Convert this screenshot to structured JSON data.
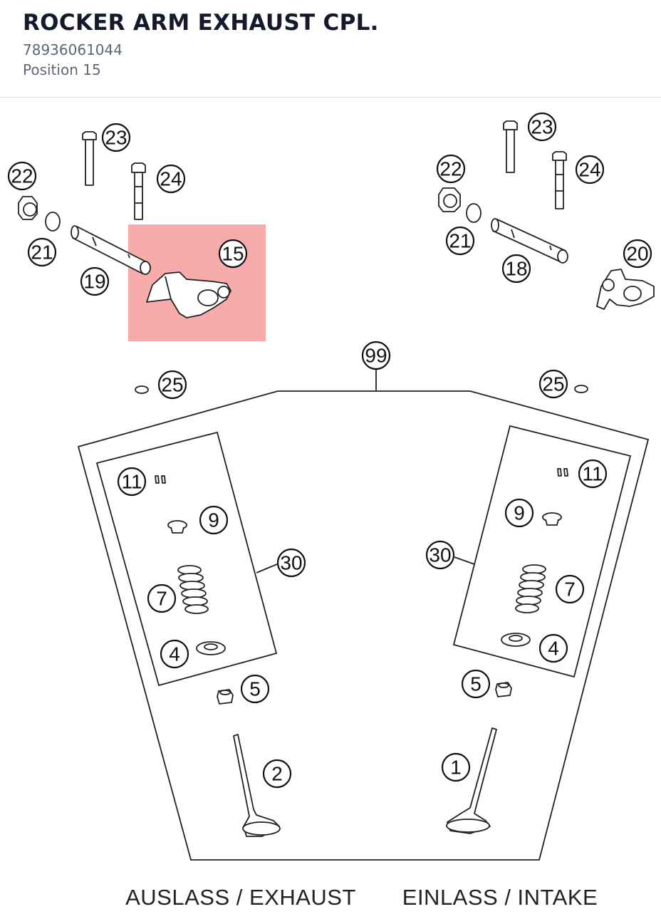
{
  "header": {
    "title": "ROCKER ARM EXHAUST CPL.",
    "part_number": "78936061044",
    "position": "Position 15"
  },
  "highlight": {
    "label": "15",
    "color": "#f48f8f"
  },
  "callouts": {
    "c23_left": "23",
    "c24_left": "24",
    "c22_left": "22",
    "c21_left": "21",
    "c19": "19",
    "c15": "15",
    "c23_right": "23",
    "c24_right": "24",
    "c22_right": "22",
    "c21_right": "21",
    "c18": "18",
    "c20": "20",
    "c99": "99",
    "c25_left": "25",
    "c25_right": "25",
    "c11_left": "11",
    "c9_left": "9",
    "c30_left": "30",
    "c7_left": "7",
    "c4_left": "4",
    "c5_left": "5",
    "c2": "2",
    "c11_right": "11",
    "c9_right": "9",
    "c30_right": "30",
    "c7_right": "7",
    "c4_right": "4",
    "c5_right": "5",
    "c1": "1"
  },
  "captions": {
    "exhaust": "AUSLASS / EXHAUST",
    "intake": "EINLASS / INTAKE"
  }
}
